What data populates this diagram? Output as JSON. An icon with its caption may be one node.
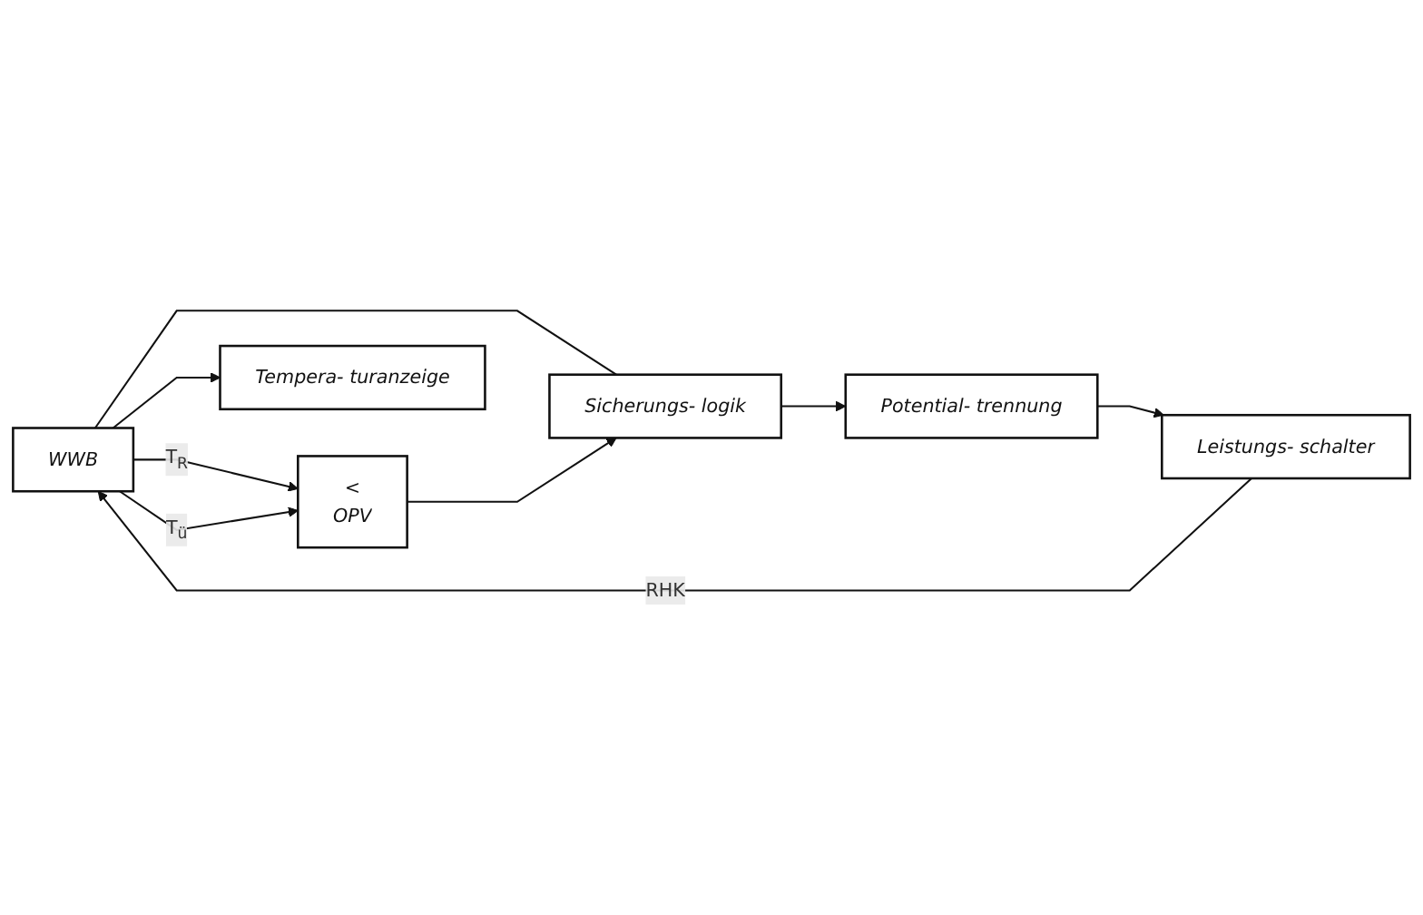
{
  "diagram": {
    "nodes": [
      {
        "text": [
          "WWB"
        ]
      },
      {
        "text": [
          "<",
          "OPV"
        ]
      },
      {
        "text": [
          "Sicherungs- logik"
        ]
      },
      {
        "text": [
          "Potential- trennung"
        ]
      },
      {
        "text": [
          "Leistungs- schalter"
        ]
      },
      {
        "text": [
          "Tempera- turanzeige"
        ]
      }
    ],
    "edges": [
      {
        "from": 0,
        "to": 1,
        "arrow": "to",
        "label": "T$_{R}$"
      },
      {
        "from": 0,
        "to": 1,
        "arrow": "to",
        "label": "T$_{ü}$"
      },
      {
        "from": 0,
        "to": 5,
        "arrow": "to"
      },
      {
        "from": 0,
        "to": 2,
        "arrow": "none"
      },
      {
        "from": 1,
        "to": 2,
        "arrow": "to"
      },
      {
        "from": 2,
        "to": 3,
        "arrow": "to"
      },
      {
        "from": 3,
        "to": 4,
        "arrow": "to"
      },
      {
        "from": 4,
        "to": 0,
        "arrow": "to",
        "label": "RHK"
      }
    ]
  }
}
